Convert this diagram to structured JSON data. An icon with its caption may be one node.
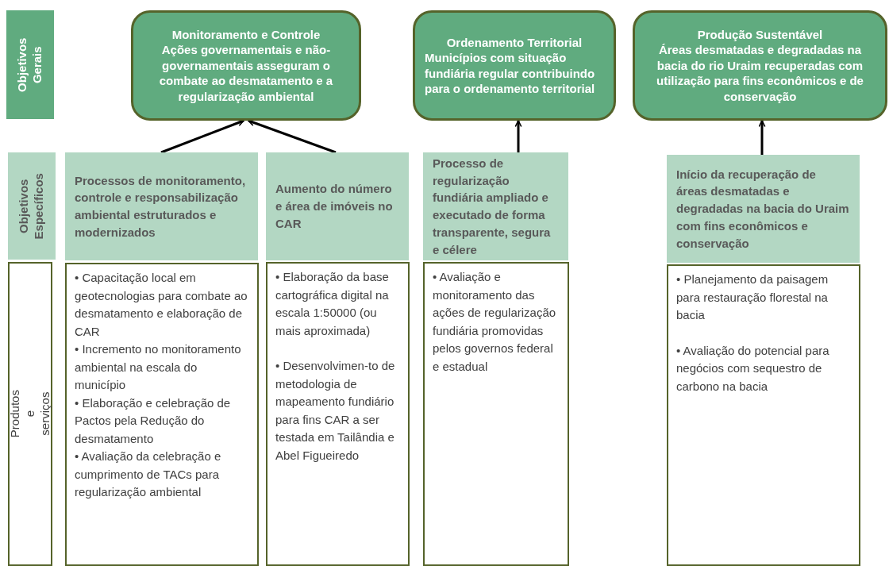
{
  "diagram": {
    "nodes": [
      {
        "text": [
          "Objetivos Gerais"
        ]
      },
      {
        "text": [
          "Monitoramento e Controle",
          "Ações governamentais e não-governamentais asseguram o combate ao desmatamento e a regularização ambiental"
        ]
      },
      {
        "text": [
          "Ordenamento Territorial",
          "Municípios com situação fundiária regular contribuindo para o ordenamento territorial"
        ]
      },
      {
        "text": [
          "Produção Sustentável",
          "Áreas desmatadas e degradadas na bacia do rio Uraim recuperadas com utilização para fins econômicos e de conservação"
        ]
      },
      {
        "text": [
          "Objetivos Específicos"
        ]
      },
      {
        "text": [
          "Processos de monitoramento, controle e responsabilização ambiental estruturados e modernizados"
        ]
      },
      {
        "text": [
          "Aumento do número e área de imóveis no CAR"
        ]
      },
      {
        "text": [
          "Processo de regularização fundiária ampliado e executado de forma transparente, segura e célere"
        ]
      },
      {
        "text": [
          "Início da recuperação de áreas desmatadas e degradadas na bacia do Uraim com fins econômicos e conservação"
        ]
      },
      {
        "text": [
          "Produtos e serviços"
        ]
      },
      {
        "text": [
          "• Capacitação local em geotecnologias para combate ao desmatamento e elaboração de CAR",
          "• Incremento no monitoramento ambiental na escala do município",
          "• Elaboração e celebração de Pactos pela Redução do desmatamento",
          "• Avaliação da celebração e cumprimento de TACs para regularização ambiental"
        ]
      },
      {
        "text": [
          "• Elaboração da base cartográfica digital na escala 1:50000 (ou mais aproximada)",
          "• Desenvolvimen-to de metodologia de mapeamento fundiário para fins CAR a ser testada em Tailândia e Abel Figueiredo"
        ]
      },
      {
        "text": [
          "• Avaliação e monitoramento das ações de regularização fundiária promovidas pelos governos federal e estadual"
        ]
      },
      {
        "text": [
          "• Planejamento da paisagem para restauração florestal na bacia",
          "• Avaliação do potencial para negócios com sequestro de carbono na bacia"
        ]
      }
    ],
    "edges": [
      {
        "from": 5,
        "to": 1,
        "arrow": "to"
      },
      {
        "from": 6,
        "to": 1,
        "arrow": "to"
      },
      {
        "from": 7,
        "to": 2,
        "arrow": "to"
      },
      {
        "from": 8,
        "to": 3,
        "arrow": "to"
      }
    ]
  }
}
